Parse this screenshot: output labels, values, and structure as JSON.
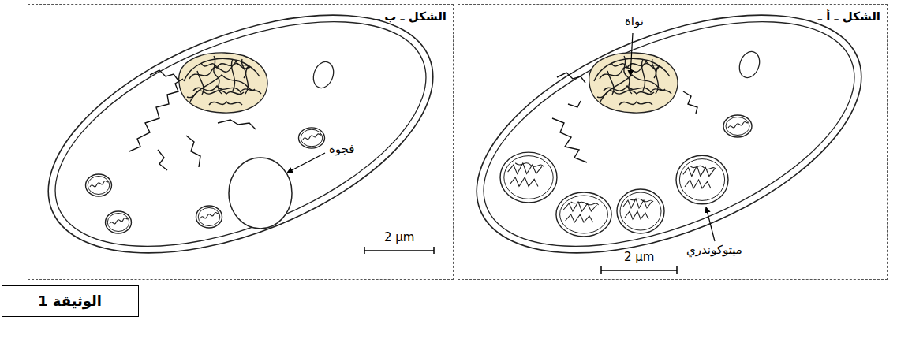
{
  "diagram": {
    "nodes": [
      {
        "text": [
          "الشكل ـ أ ـ"
        ]
      },
      {
        "text": [
          "الشكل ـ ب ـ"
        ]
      },
      {
        "text": [
          "الوثيقة 1"
        ]
      }
    ],
    "labels": [
      "نواة",
      "ميتوكوندري",
      "2 µm",
      "فجوة",
      "2 µm"
    ]
  }
}
